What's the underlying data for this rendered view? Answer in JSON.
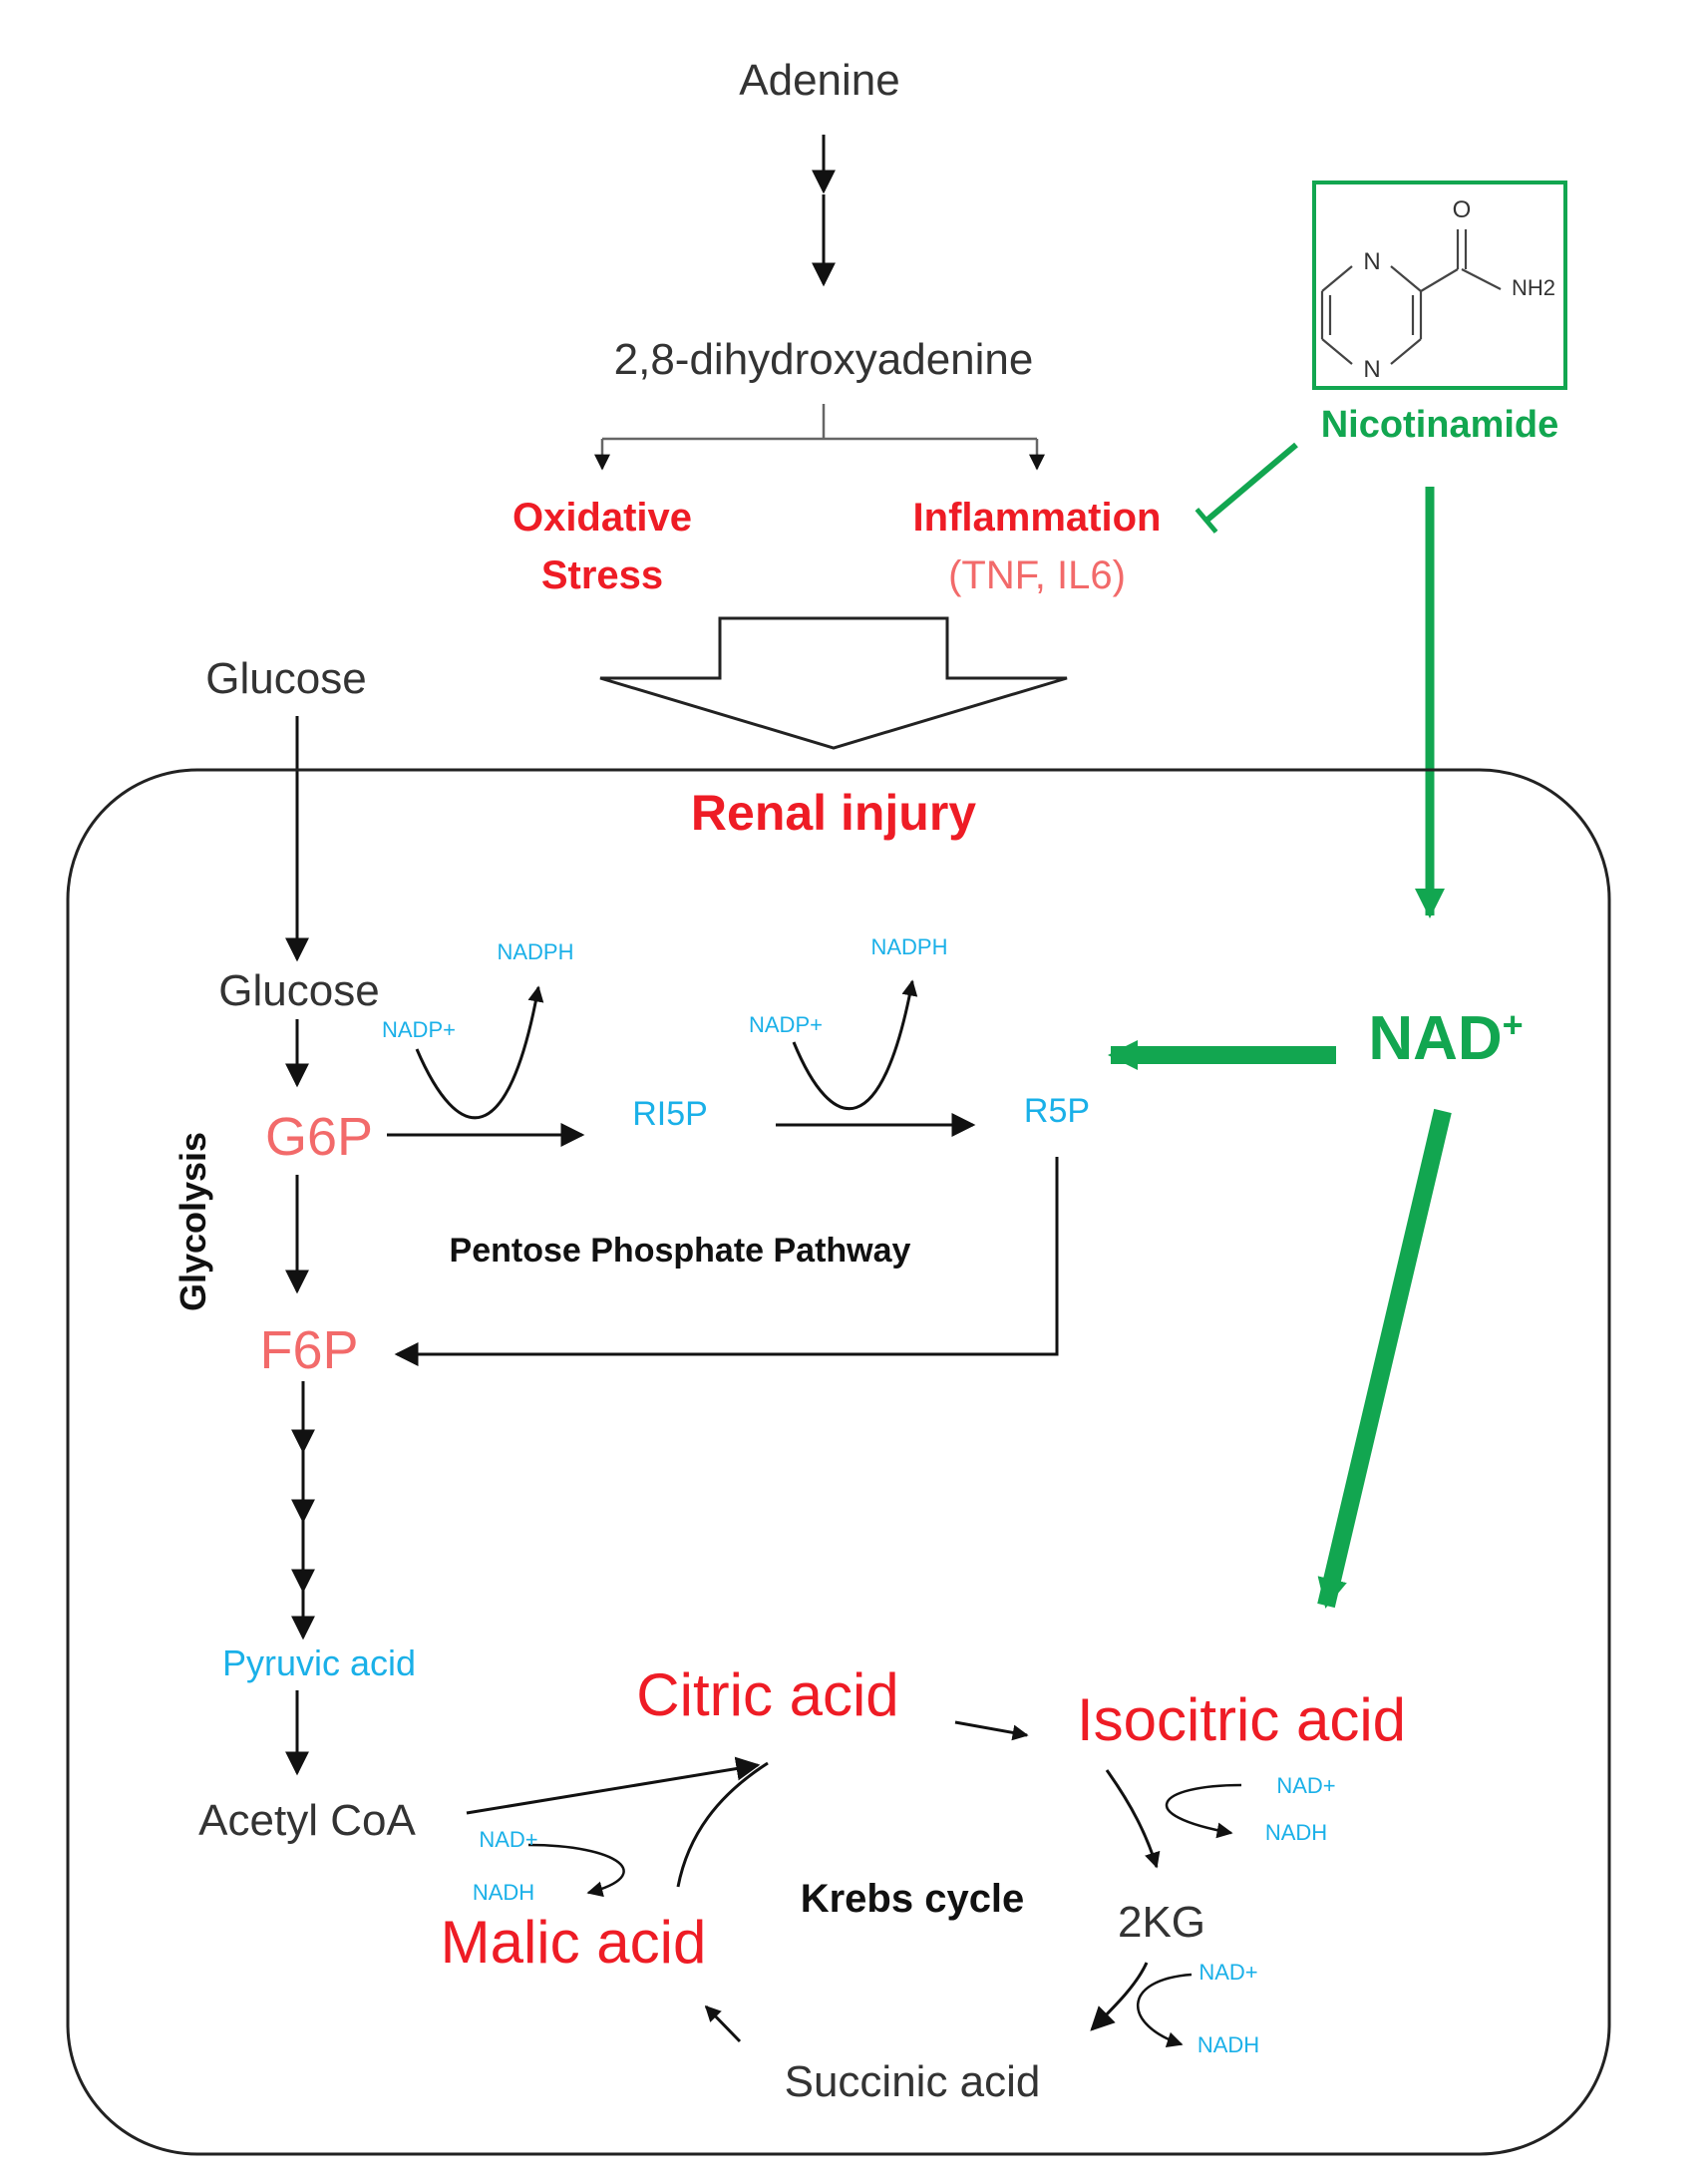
{
  "colors": {
    "text_dark": "#333333",
    "red": "#ee1c25",
    "pink": "#f26a6a",
    "cyan": "#1ab0e8",
    "green": "#12a650"
  },
  "top": {
    "adenine": "Adenine",
    "dha": "2,8-dihydroxyadenine",
    "oxidative_line1": "Oxidative",
    "oxidative_line2": "Stress",
    "inflammation": "Inflammation",
    "inflammation_sub": "(TNF, IL6)",
    "glucose_outside": "Glucose"
  },
  "nicotinamide": {
    "label": "Nicotinamide",
    "atom_n1": "N",
    "atom_n2": "N",
    "atom_o": "O",
    "atom_nh2": "NH2"
  },
  "renal_box": {
    "title": "Renal injury"
  },
  "glycolysis": {
    "side_label": "Glycolysis",
    "glucose_inside": "Glucose",
    "g6p": "G6P",
    "f6p": "F6P",
    "pyruvic": "Pyruvic acid",
    "acetyl": "Acetyl CoA"
  },
  "ppp": {
    "label": "Pentose Phosphate Pathway",
    "ri5p": "RI5P",
    "r5p": "R5P",
    "nadp_plus_1": "NADP+",
    "nadph_1": "NADPH",
    "nadp_plus_2": "NADP+",
    "nadph_2": "NADPH"
  },
  "nad": {
    "label": "NAD",
    "sup": "+"
  },
  "krebs": {
    "label": "Krebs cycle",
    "citric": "Citric acid",
    "isocitric": "Isocitric acid",
    "kg": "2KG",
    "succinic": "Succinic acid",
    "malic": "Malic acid",
    "nad_plus_1": "NAD+",
    "nadh_1": "NADH",
    "nad_plus_2": "NAD+",
    "nadh_2": "NADH",
    "nad_plus_3": "NAD+",
    "nadh_3": "NADH"
  }
}
